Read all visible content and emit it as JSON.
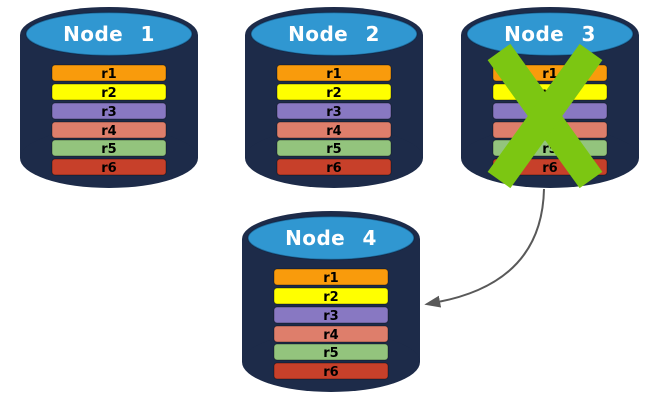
{
  "colors": {
    "cylinder_body": "#1D2B49",
    "cylinder_top_face": "#3097D1",
    "x_mark": "#7CC612",
    "arrow": "#595959"
  },
  "nodes": [
    {
      "label": "Node 1",
      "failed": false,
      "rows": [
        {
          "label": "r1",
          "color": "#F99B0C"
        },
        {
          "label": "r2",
          "color": "#FFFF00"
        },
        {
          "label": "r3",
          "color": "#8878C2"
        },
        {
          "label": "r4",
          "color": "#DE7E6B"
        },
        {
          "label": "r5",
          "color": "#93C47D"
        },
        {
          "label": "r6",
          "color": "#C7402A"
        }
      ]
    },
    {
      "label": "Node 2",
      "failed": false,
      "rows": [
        {
          "label": "r1",
          "color": "#F99B0C"
        },
        {
          "label": "r2",
          "color": "#FFFF00"
        },
        {
          "label": "r3",
          "color": "#8878C2"
        },
        {
          "label": "r4",
          "color": "#DE7E6B"
        },
        {
          "label": "r5",
          "color": "#93C47D"
        },
        {
          "label": "r6",
          "color": "#C7402A"
        }
      ]
    },
    {
      "label": "Node 3",
      "failed": true,
      "rows": [
        {
          "label": "r1",
          "color": "#F99B0C"
        },
        {
          "label": "r2",
          "color": "#FFFF00"
        },
        {
          "label": "r3",
          "color": "#8878C2"
        },
        {
          "label": "r4",
          "color": "#DE7E6B"
        },
        {
          "label": "r5",
          "color": "#93C47D"
        },
        {
          "label": "r6",
          "color": "#C7402A"
        }
      ]
    },
    {
      "label": "Node 4",
      "failed": false,
      "rows": [
        {
          "label": "r1",
          "color": "#F99B0C"
        },
        {
          "label": "r2",
          "color": "#FFFF00"
        },
        {
          "label": "r3",
          "color": "#8878C2"
        },
        {
          "label": "r4",
          "color": "#DE7E6B"
        },
        {
          "label": "r5",
          "color": "#93C47D"
        },
        {
          "label": "r6",
          "color": "#C7402A"
        }
      ]
    }
  ]
}
